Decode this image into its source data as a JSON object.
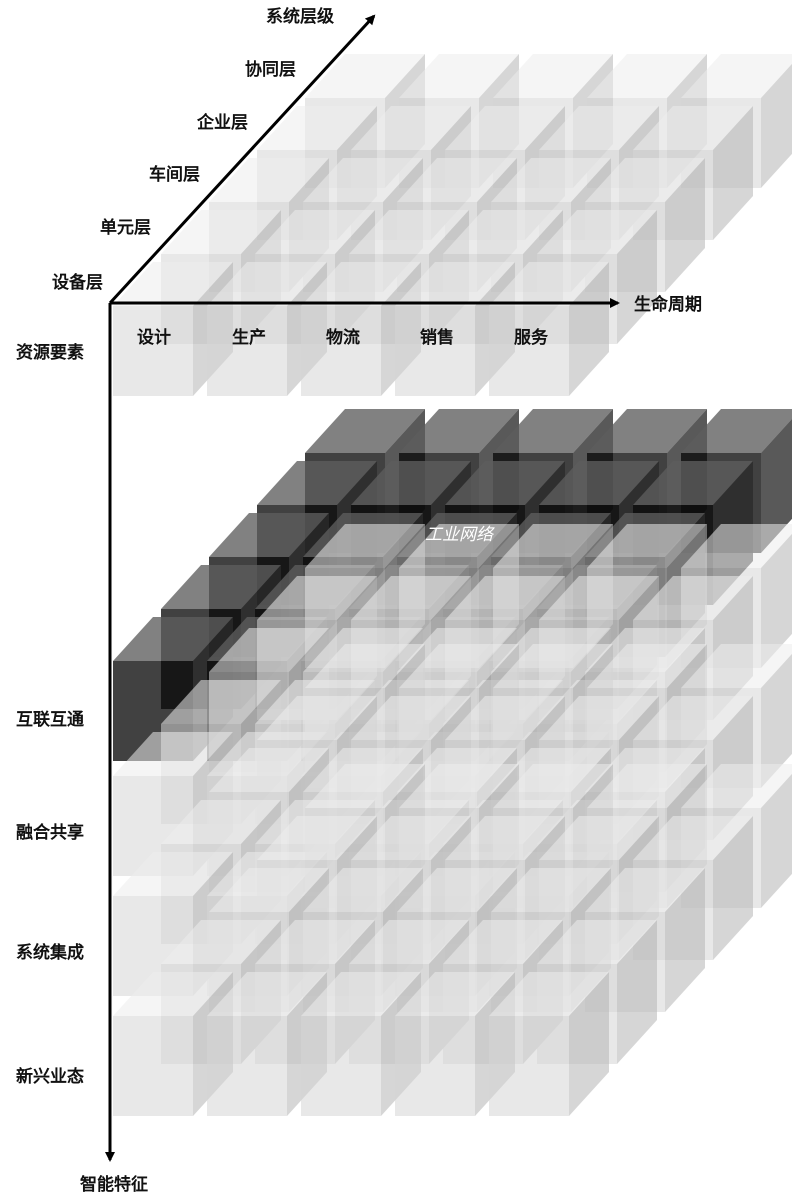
{
  "axes": {
    "system_hierarchy": {
      "label": "系统层级",
      "levels": [
        "设备层",
        "单元层",
        "车间层",
        "企业层",
        "协同层"
      ]
    },
    "lifecycle": {
      "label": "生命周期",
      "stages": [
        "设计",
        "生产",
        "物流",
        "销售",
        "服务"
      ]
    },
    "intelligent_features": {
      "label": "智能特征",
      "layers": [
        "资源要素",
        "互联互通",
        "融合共享",
        "系统集成",
        "新兴业态"
      ]
    }
  },
  "highlight": {
    "layer_index": 1,
    "label": "工业网络"
  },
  "colors": {
    "light_front": "#d6d6d6",
    "light_top": "#ececec",
    "light_side": "#b4b4b4",
    "dark_front": "#0b0b0b",
    "dark_top": "#5e5e5e",
    "dark_side": "#2a2a2a",
    "axis": "#000000"
  }
}
